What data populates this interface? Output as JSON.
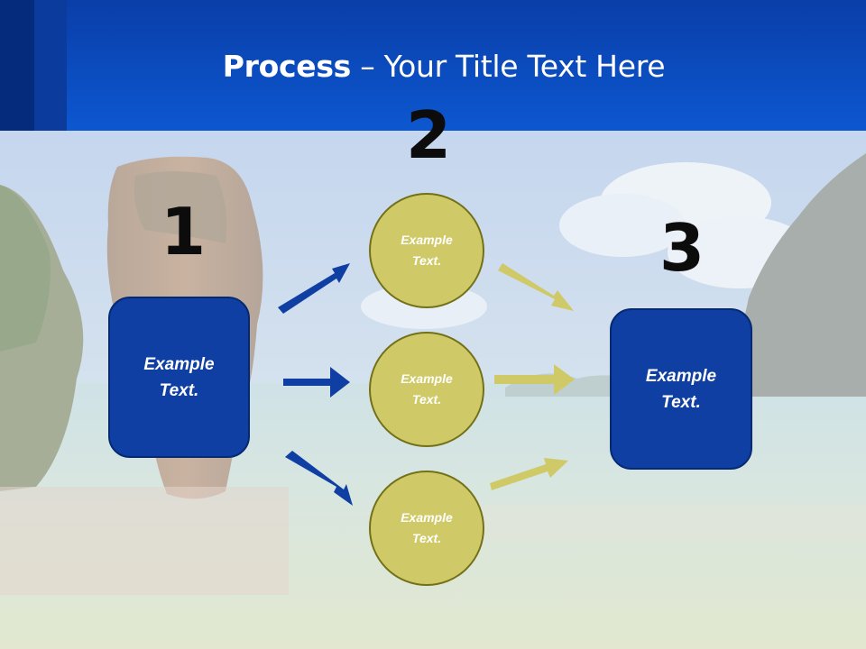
{
  "slide": {
    "title_bold": "Process",
    "title_rest": " – Your Title Text Here"
  },
  "steps": {
    "one": {
      "number": "1",
      "box_text": "Example Text."
    },
    "two": {
      "number": "2",
      "circles": [
        "Example Text.",
        "Example Text.",
        "Example Text."
      ]
    },
    "three": {
      "number": "3",
      "box_text": "Example Text."
    }
  },
  "colors": {
    "header_blue": "#0b4fc7",
    "box_blue": "#0f3fa3",
    "circle_olive": "#cfca67",
    "arrow_blue": "#0f3fa3",
    "arrow_olive": "#cfca67"
  }
}
